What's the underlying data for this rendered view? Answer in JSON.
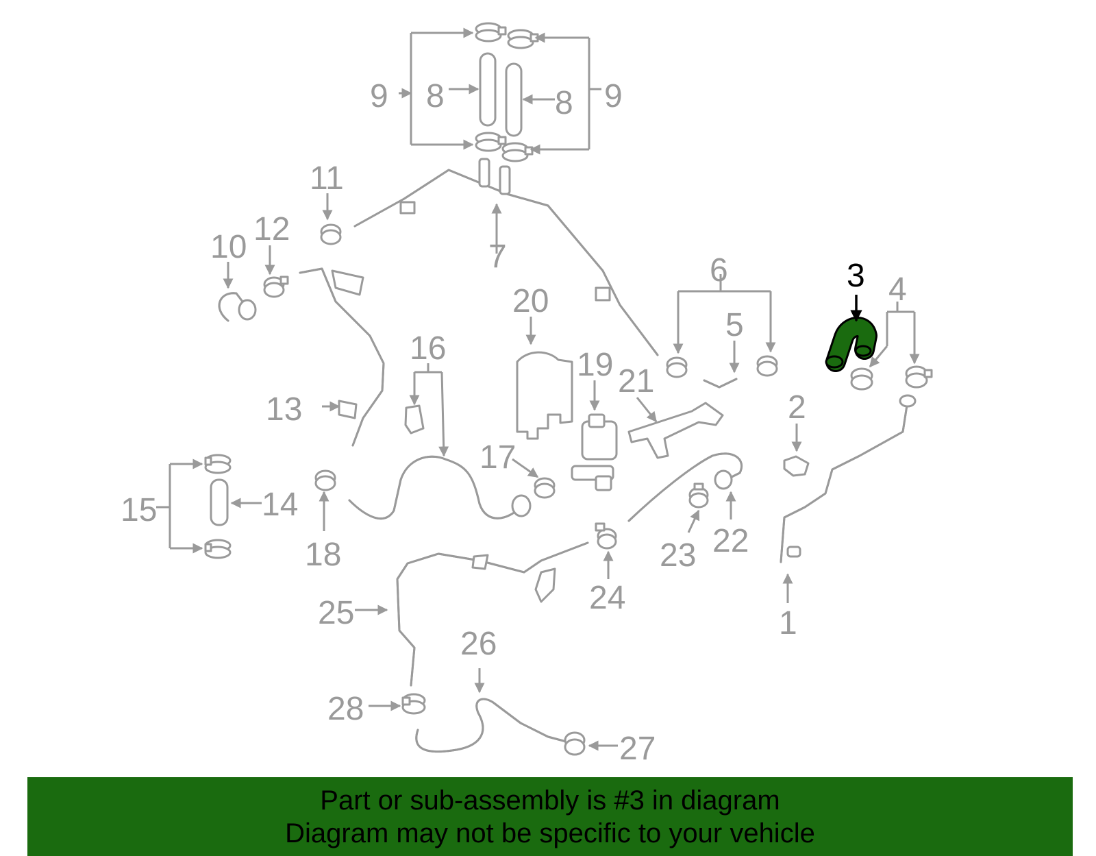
{
  "labels": {
    "l1": "1",
    "l2": "2",
    "l3": "3",
    "l4": "4",
    "l5": "5",
    "l6": "6",
    "l7": "7",
    "l8a": "8",
    "l8b": "8",
    "l9a": "9",
    "l9b": "9",
    "l10": "10",
    "l11": "11",
    "l12": "12",
    "l13": "13",
    "l14": "14",
    "l15": "15",
    "l16": "16",
    "l17": "17",
    "l18": "18",
    "l19": "19",
    "l20": "20",
    "l21": "21",
    "l22": "22",
    "l23": "23",
    "l24": "24",
    "l25": "25",
    "l26": "26",
    "l27": "27",
    "l28": "28"
  },
  "highlight": {
    "part": "3",
    "color": "#1a6b0f"
  },
  "banner": {
    "line1": "Part or sub-assembly is #3 in diagram",
    "line2": "Diagram may not be specific to your vehicle",
    "background": "#1a6b0f"
  }
}
